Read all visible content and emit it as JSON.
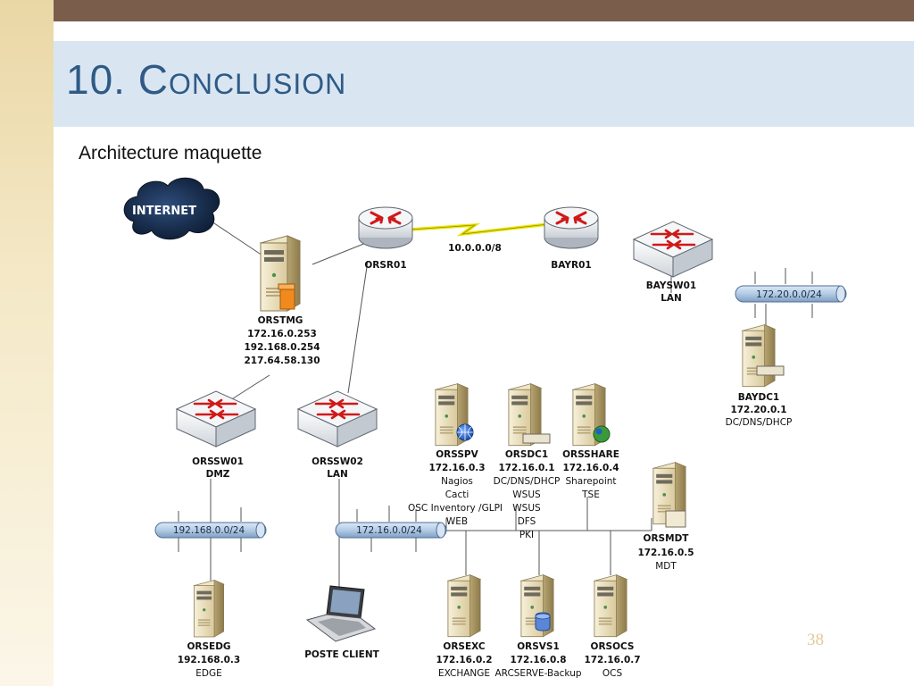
{
  "slide": {
    "title_number": "10.",
    "title_text": "Conclusion",
    "subtitle": "Architecture maquette",
    "page_number": "38"
  },
  "diagram": {
    "internet": "INTERNET",
    "wan_link": "10.0.0.0/8",
    "routers": [
      {
        "name": "ORSR01"
      },
      {
        "name": "BAYR01"
      }
    ],
    "switches": [
      {
        "name": "BAYSW01",
        "role": "LAN"
      },
      {
        "name": "ORSSW01",
        "role": "DMZ"
      },
      {
        "name": "ORSSW02",
        "role": "LAN"
      }
    ],
    "networks": {
      "bay_lan": "172.20.0.0/24",
      "dmz": "192.168.0.0/24",
      "ors_lan": "172.16.0.0/24"
    },
    "servers": {
      "orstmg": {
        "name": "ORSTMG",
        "lines": [
          "172.16.0.253",
          "192.168.0.254",
          "217.64.58.130"
        ]
      },
      "baydc1": {
        "name": "BAYDC1",
        "ip": "172.20.0.1",
        "lines": [
          "DC/DNS/DHCP"
        ]
      },
      "orsspv": {
        "name": "ORSSPV",
        "ip": "172.16.0.3",
        "lines": [
          "Nagios",
          "Cacti",
          "OSC Inventory /GLPI",
          "WEB"
        ]
      },
      "orsdc1": {
        "name": "ORSDC1",
        "ip": "172.16.0.1",
        "lines": [
          "DC/DNS/DHCP",
          "WSUS",
          "WSUS",
          "DFS",
          "PKI"
        ]
      },
      "orsshare": {
        "name": "ORSSHARE",
        "ip": "172.16.0.4",
        "lines": [
          "Sharepoint",
          "TSE"
        ]
      },
      "orsmdt": {
        "name": "ORSMDT",
        "ip": "172.16.0.5",
        "lines": [
          "MDT"
        ]
      },
      "orsedg": {
        "name": "ORSEDG",
        "ip": "192.168.0.3",
        "lines": [
          "EDGE"
        ]
      },
      "orsexc": {
        "name": "ORSEXC",
        "ip": "172.16.0.2",
        "lines": [
          "EXCHANGE"
        ]
      },
      "orsvs1": {
        "name": "ORSVS1",
        "ip": "172.16.0.8",
        "lines": [
          "ARCSERVE-Backup"
        ]
      },
      "orsocs": {
        "name": "ORSOCS",
        "ip": "172.16.0.7",
        "lines": [
          "OCS"
        ]
      }
    },
    "client": "POSTE CLIENT"
  },
  "colors": {
    "topbar": "#7b5d4c",
    "title": "#2f5a86",
    "titleband": "#d9e6f2",
    "router_arrow": "#d01919",
    "wan_link": "#f0ee00",
    "network_bus": "#b9cfe6"
  }
}
